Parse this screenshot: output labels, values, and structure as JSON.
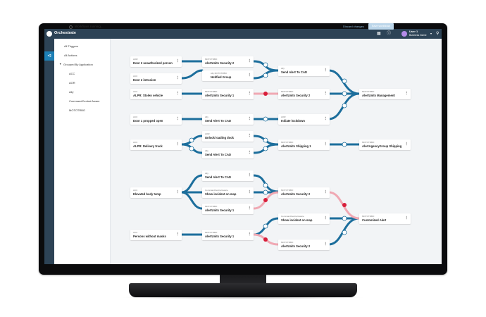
{
  "app": {
    "title": "Orchestrate"
  },
  "user": {
    "name": "User 1",
    "subtitle": "Business Name"
  },
  "topbar_icons": [
    "grid-icon",
    "help-icon",
    "search-icon"
  ],
  "sidebar": {
    "items": [
      {
        "label": "All Triggers"
      },
      {
        "label": "All Actions"
      },
      {
        "label": "Grouped By Application"
      },
      {
        "label": "ACC"
      },
      {
        "label": "AOR"
      },
      {
        "label": "Ally"
      },
      {
        "label": "CommandCentral Aware"
      },
      {
        "label": "MOTOTRBO"
      }
    ]
  },
  "status": {
    "text": "Workflows running..."
  },
  "actions": {
    "discard_label": "Discard changes",
    "save_label": "Save workflows"
  },
  "nodes": [
    {
      "sub": "AOR",
      "title": "Door 2 unauthorized person"
    },
    {
      "sub": "MOTOTRBO",
      "title": "AlertUnits Security 2"
    },
    {
      "sub": "ACC",
      "title": "Door 2 intrusion"
    },
    {
      "sub": "Ally MOTOTRBO",
      "title": "Notified Group"
    },
    {
      "sub": "Ally",
      "title": "Send Alert To CAD"
    },
    {
      "sub": "ACC",
      "title": "ALPR: Stolen vehicle"
    },
    {
      "sub": "MOTOTRBO",
      "title": "AlertUnits Security 1"
    },
    {
      "sub": "MOTOTRBO",
      "title": "AlertUnits Security 2"
    },
    {
      "sub": "MOTOTRBO",
      "title": "AlertUnits Management"
    },
    {
      "sub": "ACC",
      "title": "Door 1 propped open"
    },
    {
      "sub": "Ally",
      "title": "Send Alert To CAD"
    },
    {
      "sub": "AOR",
      "title": "Initiate lockdown"
    },
    {
      "sub": "ACC",
      "title": "ALPR: Delivery truck"
    },
    {
      "sub": "AOR",
      "title": "Unlock loading dock"
    },
    {
      "sub": "Ally",
      "title": "Send Alert To CAD"
    },
    {
      "sub": "MOTOTRBO",
      "title": "AlertUnits Shipping 1"
    },
    {
      "sub": "MOTOTRBO",
      "title": "AlertAgencyGroup Shipping"
    },
    {
      "sub": "Ally",
      "title": "Send Alert To CAD"
    },
    {
      "sub": "ACC",
      "title": "Elevated body temp"
    },
    {
      "sub": "CommandCentral Aware",
      "title": "Show incident on map"
    },
    {
      "sub": "MOTOTRBO",
      "title": "AlertUnits Security 2"
    },
    {
      "sub": "MOTOTRBO",
      "title": "AlertUnits Security 1"
    },
    {
      "sub": "CommandCentral Aware",
      "title": "Show incident on map"
    },
    {
      "sub": "MOTOTRBO",
      "title": "Customized Alert"
    },
    {
      "sub": "ACC",
      "title": "Persons without masks"
    },
    {
      "sub": "MOTOTRBO",
      "title": "AlertUnits Security 1"
    },
    {
      "sub": "MOTOTRBO",
      "title": "AlertUnits Security 2"
    }
  ],
  "colors": {
    "topbar": "#2d4356",
    "accent": "#1d7fb5",
    "wire": "#1c6e9c",
    "wire_error": "#f0a8b3",
    "error_dot": "#d81e3a"
  }
}
